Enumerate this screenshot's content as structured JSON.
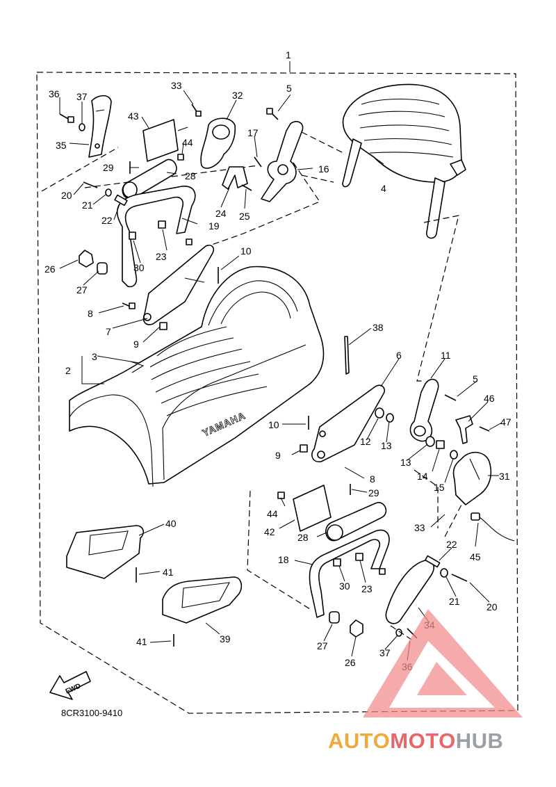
{
  "diagram": {
    "assembly_number": "1",
    "drawing_code": "8CR3100-9410",
    "seat_brand_mark": "YAMAHA",
    "fwd_label": "FWD",
    "callouts": [
      {
        "id": "c1",
        "text": "36"
      },
      {
        "id": "c2",
        "text": "37"
      },
      {
        "id": "c3",
        "text": "35"
      },
      {
        "id": "c4",
        "text": "33"
      },
      {
        "id": "c5",
        "text": "32"
      },
      {
        "id": "c6",
        "text": "43"
      },
      {
        "id": "c7",
        "text": "44"
      },
      {
        "id": "c8",
        "text": "29"
      },
      {
        "id": "c9",
        "text": "28"
      },
      {
        "id": "c10",
        "text": "20"
      },
      {
        "id": "c11",
        "text": "21"
      },
      {
        "id": "c12",
        "text": "22"
      },
      {
        "id": "c13",
        "text": "19"
      },
      {
        "id": "c14",
        "text": "23"
      },
      {
        "id": "c15",
        "text": "30"
      },
      {
        "id": "c16",
        "text": "26"
      },
      {
        "id": "c17",
        "text": "27"
      },
      {
        "id": "c18",
        "text": "5"
      },
      {
        "id": "c19",
        "text": "17"
      },
      {
        "id": "c20",
        "text": "16"
      },
      {
        "id": "c21",
        "text": "24"
      },
      {
        "id": "c22",
        "text": "25"
      },
      {
        "id": "c23",
        "text": "4"
      },
      {
        "id": "c24",
        "text": "10"
      },
      {
        "id": "c25",
        "text": "8"
      },
      {
        "id": "c26",
        "text": "7"
      },
      {
        "id": "c27",
        "text": "9"
      },
      {
        "id": "c28",
        "text": "38"
      },
      {
        "id": "c29",
        "text": "3"
      },
      {
        "id": "c30",
        "text": "2"
      },
      {
        "id": "c31",
        "text": "6"
      },
      {
        "id": "c32",
        "text": "11"
      },
      {
        "id": "c33",
        "text": "5"
      },
      {
        "id": "c34",
        "text": "46"
      },
      {
        "id": "c35",
        "text": "47"
      },
      {
        "id": "c36",
        "text": "10"
      },
      {
        "id": "c37",
        "text": "12"
      },
      {
        "id": "c38",
        "text": "13"
      },
      {
        "id": "c39",
        "text": "9"
      },
      {
        "id": "c40",
        "text": "13"
      },
      {
        "id": "c41",
        "text": "14"
      },
      {
        "id": "c42",
        "text": "15"
      },
      {
        "id": "c43",
        "text": "31"
      },
      {
        "id": "c44",
        "text": "8"
      },
      {
        "id": "c45",
        "text": "29"
      },
      {
        "id": "c46",
        "text": "44"
      },
      {
        "id": "c47",
        "text": "42"
      },
      {
        "id": "c48",
        "text": "28"
      },
      {
        "id": "c49",
        "text": "33"
      },
      {
        "id": "c50",
        "text": "45"
      },
      {
        "id": "c51",
        "text": "22"
      },
      {
        "id": "c52",
        "text": "18"
      },
      {
        "id": "c53",
        "text": "30"
      },
      {
        "id": "c54",
        "text": "23"
      },
      {
        "id": "c55",
        "text": "21"
      },
      {
        "id": "c56",
        "text": "20"
      },
      {
        "id": "c57",
        "text": "40"
      },
      {
        "id": "c58",
        "text": "41"
      },
      {
        "id": "c59",
        "text": "39"
      },
      {
        "id": "c60",
        "text": "41"
      },
      {
        "id": "c61",
        "text": "27"
      },
      {
        "id": "c62",
        "text": "26"
      },
      {
        "id": "c63",
        "text": "34"
      },
      {
        "id": "c64",
        "text": "37"
      },
      {
        "id": "c65",
        "text": "36"
      }
    ]
  },
  "watermark": {
    "part1": "AUTO",
    "part2": "MOTO",
    "part3": "HUB",
    "colors": {
      "auto": "#f2a93b",
      "moto": "#e8666a",
      "hub": "#9aa0a6",
      "triangle": "#f28b8b"
    }
  }
}
